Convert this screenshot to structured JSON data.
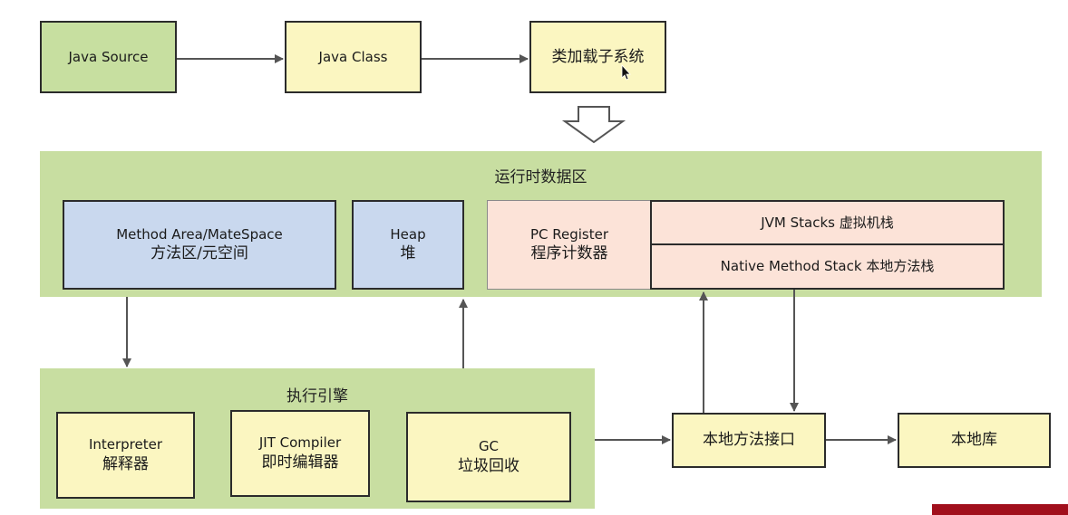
{
  "top_flow": {
    "java_source": "Java Source",
    "java_class": "Java Class",
    "class_loader": "类加载子系统"
  },
  "runtime_data_area": {
    "title": "运行时数据区",
    "method_area": {
      "line1": "Method Area/MateSpace",
      "line2": "方法区/元空间"
    },
    "heap": {
      "line1": "Heap",
      "line2": "堆"
    },
    "pc_register": {
      "line1": "PC Register",
      "line2": "程序计数器"
    },
    "jvm_stacks": "JVM Stacks 虚拟机栈",
    "native_method_stack": "Native Method Stack 本地方法栈"
  },
  "execution_engine": {
    "title": "执行引擎",
    "interpreter": {
      "line1": "Interpreter",
      "line2": "解释器"
    },
    "jit_compiler": {
      "line1": "JIT Compiler",
      "line2": "即时编辑器"
    },
    "gc": {
      "line1": "GC",
      "line2": "垃圾回收"
    }
  },
  "native_interface": "本地方法接口",
  "native_library": "本地库",
  "colors": {
    "green_box": "#c7dfa0",
    "yellow_box": "#fbf6c1",
    "blue_box": "#c9d8ee",
    "pink_box": "#fce3d8",
    "panel_green": "#c8dea1",
    "arrow": "#555555",
    "red_bar": "#a10f1c"
  }
}
